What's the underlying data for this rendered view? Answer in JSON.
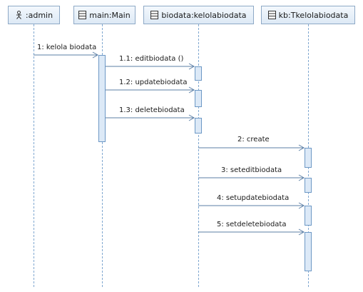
{
  "lifelines": [
    {
      "id": "admin",
      "label": ":admin",
      "icon": "actor-icon"
    },
    {
      "id": "main",
      "label": "main:Main",
      "icon": "class-icon"
    },
    {
      "id": "biodata",
      "label": "biodata:kelolabiodata",
      "icon": "class-icon"
    },
    {
      "id": "kb",
      "label": "kb:Tkelolabiodata",
      "icon": "class-icon"
    }
  ],
  "messages": [
    {
      "label": "1: kelola biodata"
    },
    {
      "label": "1.1: editbiodata ()"
    },
    {
      "label": "1.2: updatebiodata"
    },
    {
      "label": "1.3: deletebiodata"
    },
    {
      "label": "2: create"
    },
    {
      "label": "3: seteditbiodata"
    },
    {
      "label": "4: setupdatebiodata"
    },
    {
      "label": "5: setdeletebiodata"
    }
  ],
  "colors": {
    "box_border": "#8ea9c6",
    "lifeline": "#7fa7d0",
    "activation_fill": "#dce9f7",
    "arrow": "#5b7fa6"
  }
}
